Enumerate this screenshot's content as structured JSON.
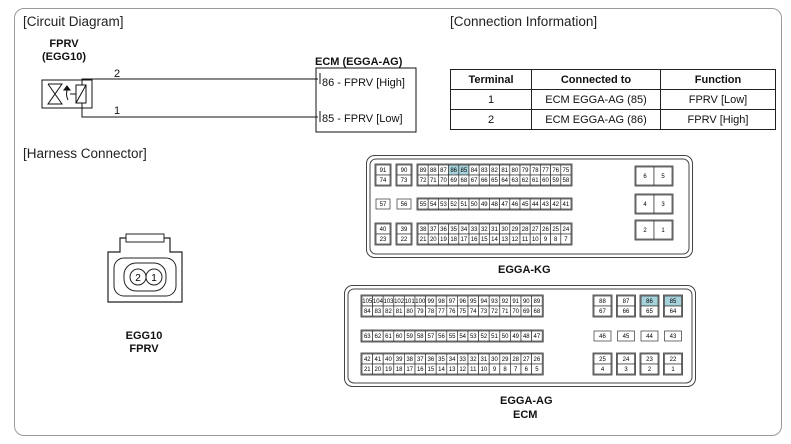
{
  "sections": {
    "circuit": "[Circuit Diagram]",
    "connection": "[Connection Information]",
    "harness": "[Harness Connector]"
  },
  "circuit": {
    "component_name": "FPRV",
    "component_code": "(EGG10)",
    "ecm_title": "ECM (EGGA-AG)",
    "pins": [
      {
        "num": "2",
        "ecm_label": "86 - FPRV [High]"
      },
      {
        "num": "1",
        "ecm_label": "85 - FPRV [Low]"
      }
    ]
  },
  "connection_table": {
    "headers": [
      "Terminal",
      "Connected to",
      "Function"
    ],
    "rows": [
      [
        "1",
        "ECM EGGA-AG (85)",
        "FPRV [Low]"
      ],
      [
        "2",
        "ECM EGGA-AG (86)",
        "FPRV [High]"
      ]
    ]
  },
  "harness": {
    "connector_pins": [
      "2",
      "1"
    ],
    "connector_label_line1": "EGG10",
    "connector_label_line2": "FPRV",
    "kg_label": "EGGA-KG",
    "ag_label_line1": "EGGA-AG",
    "ag_label_line2": "ECM",
    "highlight_color": "#a6d2dc",
    "highlighted_pins": [
      "86",
      "85"
    ]
  },
  "kg_connector": {
    "row1": [
      [
        "91",
        "74"
      ],
      [
        "90",
        "73"
      ]
    ],
    "r1block": [
      [
        "89",
        "88",
        "87",
        "86",
        "85",
        "84",
        "83",
        "82",
        "81",
        "80",
        "79",
        "78",
        "77",
        "76",
        "75"
      ],
      [
        "72",
        "71",
        "70",
        "69",
        "68",
        "67",
        "66",
        "65",
        "64",
        "63",
        "62",
        "61",
        "60",
        "59",
        "58"
      ]
    ],
    "r1side": [
      [
        "6",
        "5"
      ]
    ],
    "r2": [
      "57",
      "56"
    ],
    "r2block": [
      "55",
      "54",
      "53",
      "52",
      "51",
      "50",
      "49",
      "48",
      "47",
      "46",
      "45",
      "44",
      "43",
      "42",
      "41"
    ],
    "r2side": [
      "4",
      "3"
    ],
    "r3": [
      [
        "40",
        "23"
      ],
      [
        "39",
        "22"
      ]
    ],
    "r3block": [
      [
        "38",
        "37",
        "36",
        "35",
        "34",
        "33",
        "32",
        "31",
        "30",
        "29",
        "28",
        "27",
        "26",
        "25",
        "24"
      ],
      [
        "21",
        "20",
        "19",
        "18",
        "17",
        "16",
        "15",
        "14",
        "13",
        "12",
        "11",
        "10",
        "9",
        "8",
        "7"
      ]
    ],
    "r3side": [
      "2",
      "1"
    ]
  },
  "ag_connector": {
    "r1block": [
      [
        "105",
        "104",
        "103",
        "102",
        "101",
        "100",
        "99",
        "98",
        "97",
        "96",
        "95",
        "94",
        "93",
        "92",
        "91",
        "90",
        "89"
      ],
      [
        "84",
        "83",
        "82",
        "81",
        "80",
        "79",
        "78",
        "77",
        "76",
        "75",
        "74",
        "73",
        "72",
        "71",
        "70",
        "69",
        "68"
      ]
    ],
    "r1side": [
      [
        "88",
        "67"
      ],
      [
        "87",
        "66"
      ],
      [
        "86",
        "65"
      ],
      [
        "85",
        "64"
      ]
    ],
    "r2block": [
      "63",
      "62",
      "61",
      "60",
      "59",
      "58",
      "57",
      "56",
      "55",
      "54",
      "53",
      "52",
      "51",
      "50",
      "49",
      "48",
      "47"
    ],
    "r2side": [
      "46",
      "45",
      "44",
      "43"
    ],
    "r3block": [
      [
        "42",
        "41",
        "40",
        "39",
        "38",
        "37",
        "36",
        "35",
        "34",
        "33",
        "32",
        "31",
        "30",
        "29",
        "28",
        "27",
        "26"
      ],
      [
        "21",
        "20",
        "19",
        "18",
        "17",
        "16",
        "15",
        "14",
        "13",
        "12",
        "11",
        "10",
        "9",
        "8",
        "7",
        "6",
        "5"
      ]
    ],
    "r3side": [
      [
        "25",
        "4"
      ],
      [
        "24",
        "3"
      ],
      [
        "23",
        "2"
      ],
      [
        "22",
        "1"
      ]
    ]
  }
}
